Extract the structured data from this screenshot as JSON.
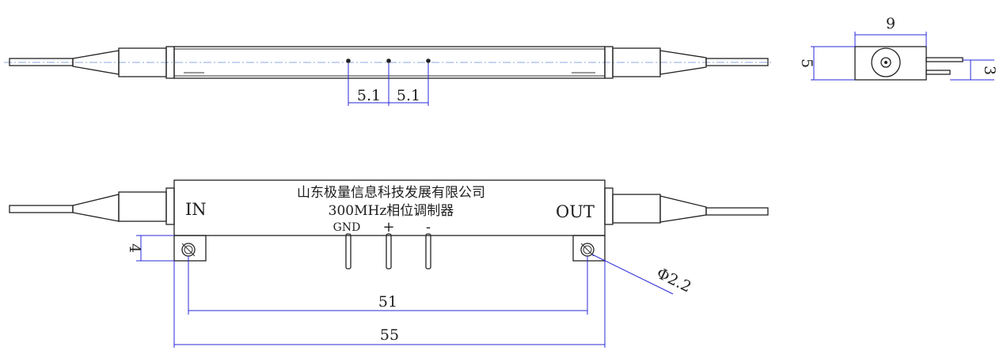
{
  "company": "山东极量信息科技发展有限公司",
  "model": "300MHz相位调制器",
  "labels": {
    "input": "IN",
    "output": "OUT",
    "pin_gnd": "GND",
    "pin_plus": "+",
    "pin_minus": "-"
  },
  "dimensions": {
    "pin_pitch_a": "5.1",
    "pin_pitch_b": "5.1",
    "end_width": "9",
    "end_height": "5",
    "end_lead_offset": "3",
    "tab_height": "4",
    "hole_spacing": "51",
    "body_length": "55",
    "hole_diameter": "Φ2.2"
  },
  "colors": {
    "outline": "#222222",
    "dimension_line": "#2a2ad8"
  }
}
